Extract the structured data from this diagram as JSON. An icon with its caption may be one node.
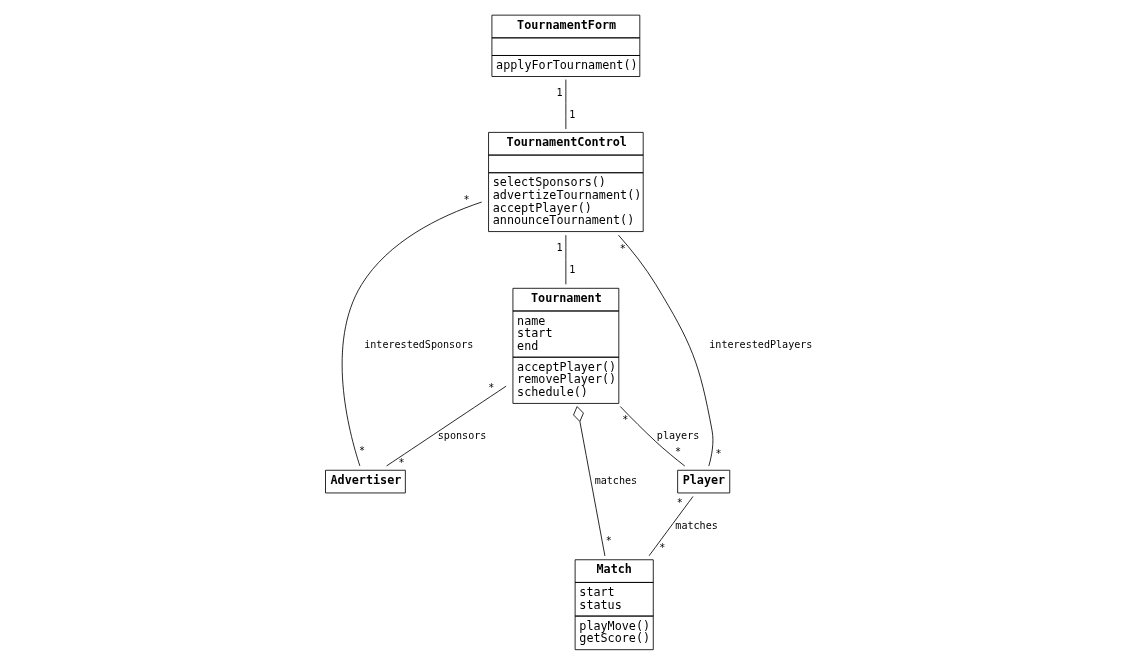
{
  "diagram": {
    "nodes": [
      {
        "text": [
          "TournamentForm",
          "applyForTournament()"
        ]
      },
      {
        "text": [
          "TournamentControl",
          "selectSponsors() advertizeTournament() acceptPlayer() announceTournament()"
        ]
      },
      {
        "text": [
          "Tournament",
          "name start end",
          "acceptPlayer() removePlayer() schedule()"
        ]
      },
      {
        "text": [
          "Player"
        ]
      },
      {
        "text": [
          "Advertiser"
        ]
      },
      {
        "text": [
          "Match",
          "start status",
          "playMove() getScore()"
        ]
      }
    ],
    "edges": [
      {
        "from": 0,
        "to": 1,
        "arrow": "none"
      },
      {
        "from": 1,
        "to": 3,
        "arrow": "none",
        "label": "interestedPlayers"
      },
      {
        "from": 1,
        "to": 4,
        "arrow": "none",
        "label": "interestedSponsors"
      },
      {
        "from": 1,
        "to": 2,
        "arrow": "none"
      },
      {
        "from": 2,
        "to": 3,
        "arrow": "none",
        "label": "players"
      },
      {
        "from": 2,
        "to": 4,
        "arrow": "none",
        "label": "sponsors"
      },
      {
        "from": 3,
        "to": 5,
        "arrow": "none",
        "label": "matches"
      },
      {
        "from": 2,
        "to": 5,
        "arrow": "other",
        "label": "matches"
      }
    ],
    "labels": [
      "1",
      "1",
      "*",
      "*",
      "1",
      "1",
      "*",
      "*",
      "*",
      "*",
      "*",
      "*",
      "*",
      "*",
      "*"
    ]
  }
}
